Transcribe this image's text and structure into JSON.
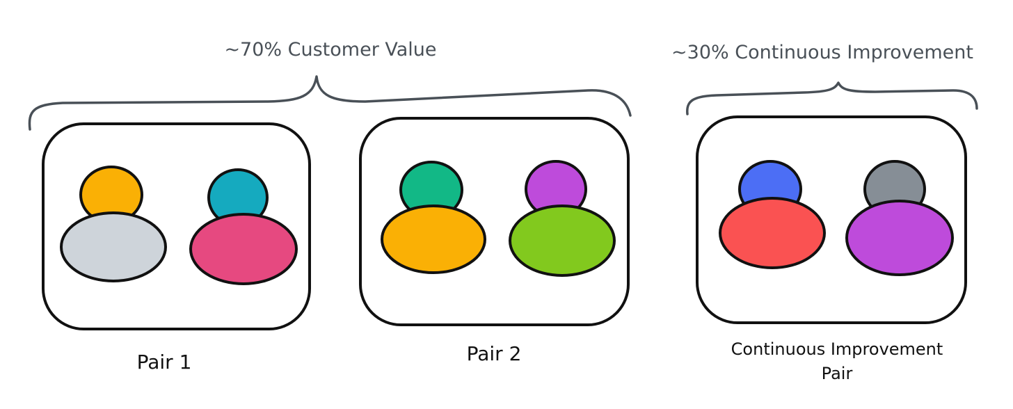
{
  "groups": [
    {
      "label": "~70% Customer Value"
    },
    {
      "label": "~30% Continuous Improvement"
    }
  ],
  "pairs": [
    {
      "label_lines": [
        "Pair 1"
      ],
      "people": [
        {
          "head_color": "#fab005",
          "body_color": "#ced4da"
        },
        {
          "head_color": "#15aabf",
          "body_color": "#e64980"
        }
      ]
    },
    {
      "label_lines": [
        "Pair 2"
      ],
      "people": [
        {
          "head_color": "#12b886",
          "body_color": "#fab005"
        },
        {
          "head_color": "#be4bdb",
          "body_color": "#82c91e"
        }
      ]
    },
    {
      "label_lines": [
        "Continuous Improvement",
        "Pair"
      ],
      "people": [
        {
          "head_color": "#4c6ef5",
          "body_color": "#fa5252"
        },
        {
          "head_color": "#868e96",
          "body_color": "#be4bdb"
        }
      ]
    }
  ]
}
